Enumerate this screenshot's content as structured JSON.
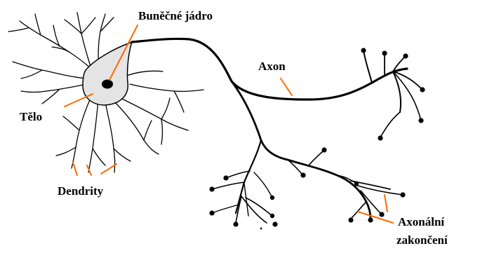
{
  "labels": {
    "nucleus": "Buněčné jádro",
    "axon": "Axon",
    "soma": "Tělo",
    "dendrites": "Dendrity",
    "terminals_line1": "Axonální",
    "terminals_line2": "zakončení"
  },
  "colors": {
    "background": "#ffffff",
    "neuron_stroke": "#000000",
    "soma_fill": "#e4e4e4",
    "nucleus_fill": "#000000",
    "pointer_lines": "#ff6a00",
    "label_text": "#000000"
  }
}
